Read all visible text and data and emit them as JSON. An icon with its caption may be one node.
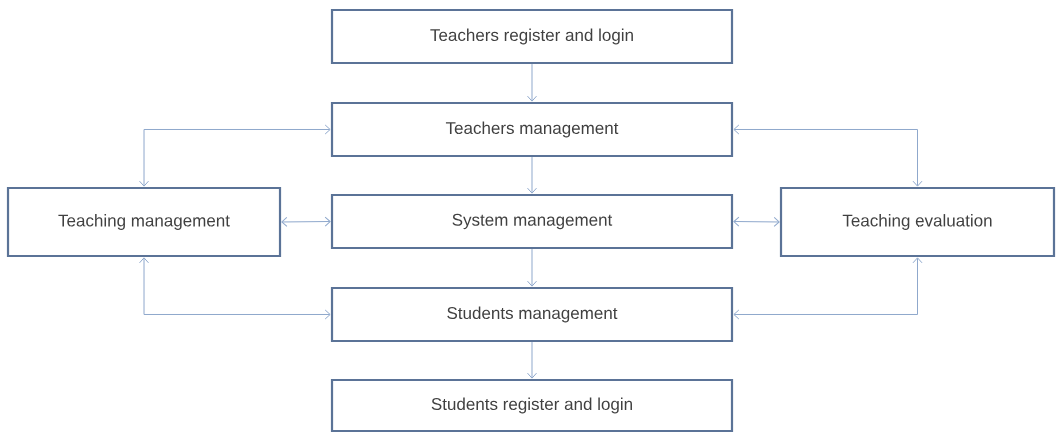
{
  "diagram": {
    "nodes": [
      {
        "text": [
          "Teachers register and login"
        ]
      },
      {
        "text": [
          "Teachers management"
        ]
      },
      {
        "text": [
          "Teaching management"
        ]
      },
      {
        "text": [
          "System management"
        ]
      },
      {
        "text": [
          "Teaching evaluation"
        ]
      },
      {
        "text": [
          "Students management"
        ]
      },
      {
        "text": [
          "Students register and login"
        ]
      }
    ],
    "edges": [
      {
        "from": 0,
        "to": 1,
        "arrow": "to"
      },
      {
        "from": 2,
        "to": 1,
        "arrow": "both"
      },
      {
        "from": 4,
        "to": 1,
        "arrow": "both"
      },
      {
        "from": 1,
        "to": 3,
        "arrow": "to"
      },
      {
        "from": 2,
        "to": 3,
        "arrow": "both"
      },
      {
        "from": 4,
        "to": 3,
        "arrow": "both"
      },
      {
        "from": 3,
        "to": 5,
        "arrow": "to"
      },
      {
        "from": 2,
        "to": 5,
        "arrow": "both"
      },
      {
        "from": 4,
        "to": 5,
        "arrow": "both"
      },
      {
        "from": 5,
        "to": 6,
        "arrow": "to"
      }
    ]
  }
}
